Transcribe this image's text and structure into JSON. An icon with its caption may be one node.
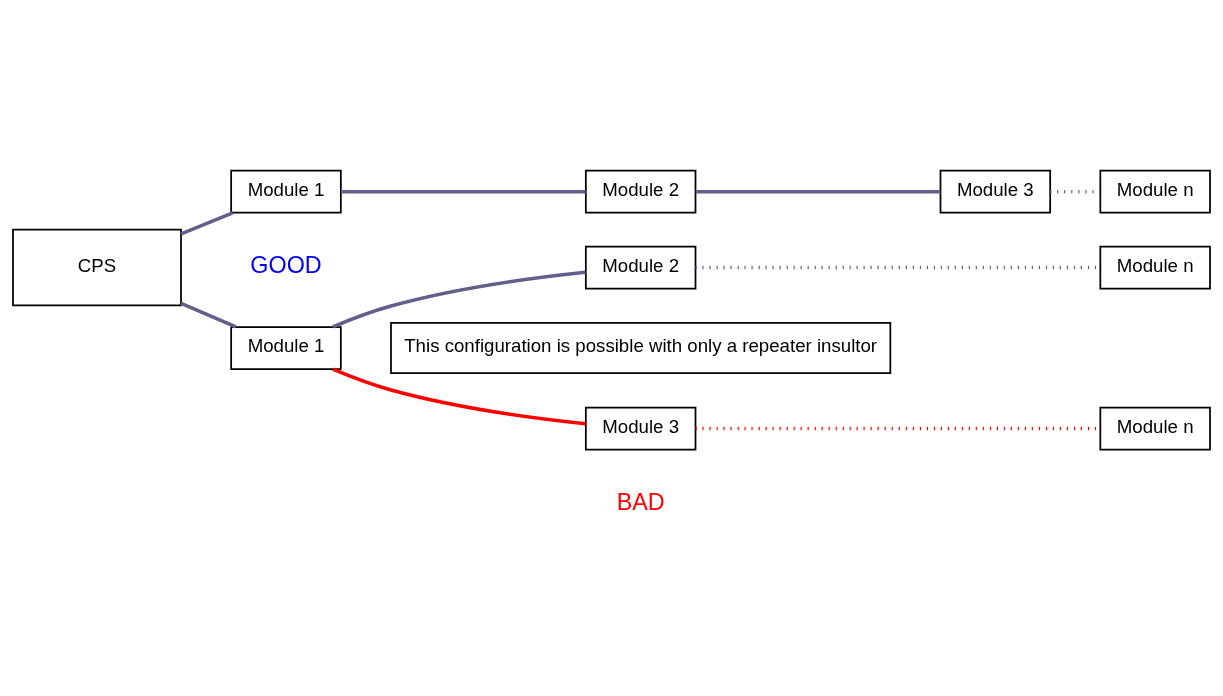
{
  "diagram": {
    "nodes": [
      {
        "text": [
          "CPS"
        ]
      },
      {
        "text": [
          "Module 1"
        ]
      },
      {
        "text": [
          "Module 2"
        ]
      },
      {
        "text": [
          "Module 3"
        ]
      },
      {
        "text": [
          "Module n"
        ]
      },
      {
        "text": [
          "Module 1"
        ]
      },
      {
        "text": [
          "Module 2"
        ]
      },
      {
        "text": [
          "Module n"
        ]
      },
      {
        "text": [
          "This configuration is possible with only a repeater insultor"
        ]
      },
      {
        "text": [
          "Module 3"
        ]
      },
      {
        "text": [
          "Module n"
        ]
      }
    ],
    "edges": [
      {
        "from": 0,
        "to": 1,
        "arrow": "none"
      },
      {
        "from": 1,
        "to": 2,
        "arrow": "none"
      },
      {
        "from": 2,
        "to": 3,
        "arrow": "none"
      },
      {
        "from": 3,
        "to": 4,
        "arrow": "none",
        "style": "dashed"
      },
      {
        "from": 0,
        "to": 5,
        "arrow": "none"
      },
      {
        "from": 5,
        "to": 6,
        "arrow": "none"
      },
      {
        "from": 6,
        "to": 7,
        "arrow": "none",
        "style": "dashed"
      },
      {
        "from": 5,
        "to": 9,
        "arrow": "none",
        "color": "#ff0000"
      },
      {
        "from": 9,
        "to": 10,
        "arrow": "none",
        "style": "dashed",
        "color": "#ff0000"
      }
    ],
    "labels": [
      "GOOD",
      "BAD"
    ]
  }
}
